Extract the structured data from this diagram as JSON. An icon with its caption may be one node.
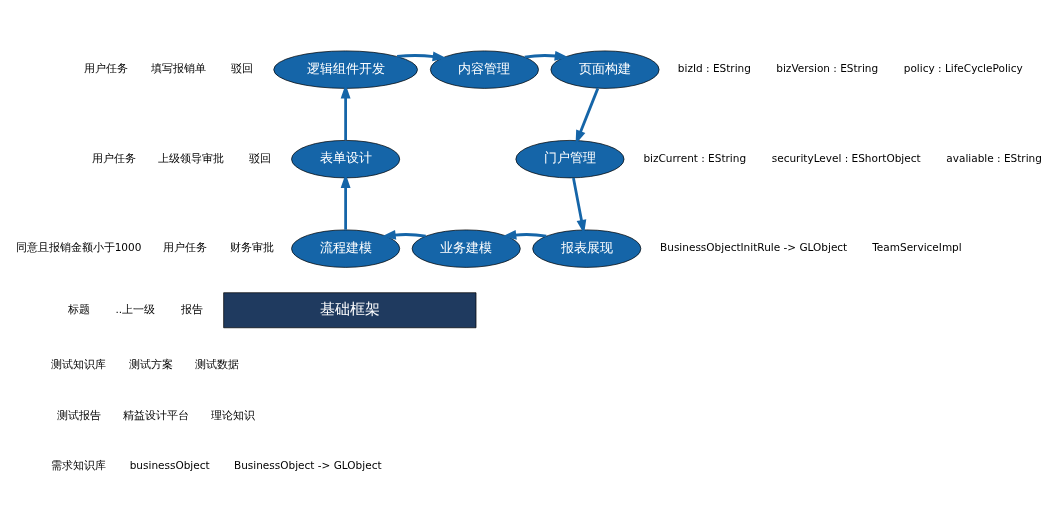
{
  "diagram": {
    "nodes": [
      {
        "text": [
          "内容管理"
        ]
      },
      {
        "text": [
          "页面构建"
        ]
      },
      {
        "text": [
          "门户管理"
        ]
      },
      {
        "text": [
          "报表展现"
        ]
      },
      {
        "text": [
          "业务建模"
        ]
      },
      {
        "text": [
          "流程建模"
        ]
      },
      {
        "text": [
          "表单设计"
        ]
      },
      {
        "text": [
          "逻辑组件开发"
        ]
      },
      {
        "text": [
          "基础框架"
        ]
      }
    ],
    "edges": [
      {
        "from": 0,
        "to": 1,
        "arrow": "to"
      },
      {
        "from": 1,
        "to": 2,
        "arrow": "to"
      },
      {
        "from": 2,
        "to": 3,
        "arrow": "to"
      },
      {
        "from": 3,
        "to": 4,
        "arrow": "to"
      },
      {
        "from": 4,
        "to": 5,
        "arrow": "to"
      },
      {
        "from": 5,
        "to": 6,
        "arrow": "to"
      },
      {
        "from": 6,
        "to": 7,
        "arrow": "to"
      },
      {
        "from": 7,
        "to": 0,
        "arrow": "to"
      }
    ],
    "labels": [
      "用户任务",
      "填写报销单",
      "驳回",
      "用户任务",
      "上级领导审批",
      "驳回",
      "同意且报销金额小于1000",
      "用户任务",
      "财务审批",
      "标题",
      "..上一级",
      "报告",
      "测试知识库",
      "测试方案",
      "测试数据",
      "测试报告",
      "精益设计平台",
      "理论知识",
      "需求知识库",
      "businessObject",
      "BusinessObject -> GLObject",
      "bizId : EString",
      "bizVersion : EString",
      "policy : LifeCyclePolicy",
      "bizCurrent : EString",
      "securityLevel : EShortObject",
      "avaliable : EString",
      "BusinessObjectInitRule -> GLObject",
      "TeamServiceImpl"
    ]
  }
}
